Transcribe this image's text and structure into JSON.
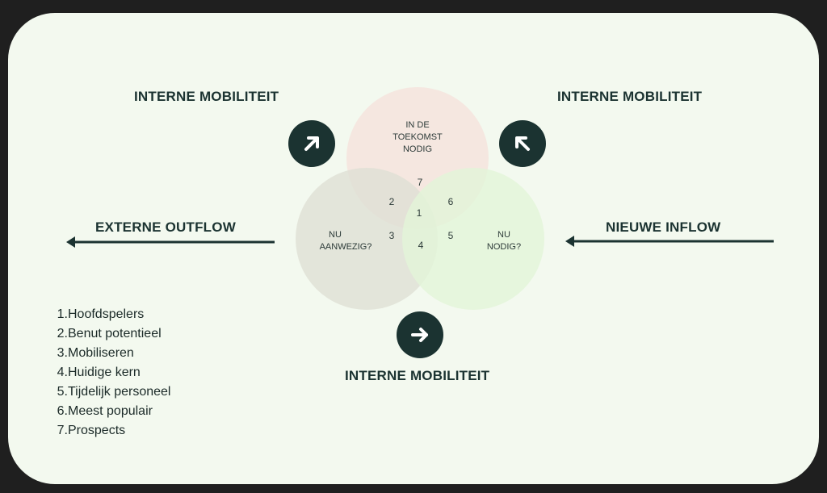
{
  "headings": {
    "top_left": "INTERNE MOBILITEIT",
    "top_right": "INTERNE MOBILITEIT",
    "bottom": "INTERNE MOBILITEIT",
    "left": "EXTERNE OUTFLOW",
    "right": "NIEUWE INFLOW"
  },
  "circles": {
    "future": {
      "lines": [
        "IN DE",
        "TOEKOMST",
        "NODIG"
      ],
      "color": "#f4e4dd"
    },
    "present": {
      "lines": [
        "NU",
        "AANWEZIG?"
      ],
      "color": "#dfe0d4"
    },
    "needed": {
      "lines": [
        "NU",
        "NODIG?"
      ],
      "color": "#e2f5d8"
    }
  },
  "regions": [
    "1",
    "2",
    "3",
    "4",
    "5",
    "6",
    "7"
  ],
  "legend": [
    {
      "num": "1.",
      "label": "Hoofdspelers"
    },
    {
      "num": "2.",
      "label": "Benut potentieel"
    },
    {
      "num": "3.",
      "label": "Mobiliseren"
    },
    {
      "num": "4.",
      "label": "Huidige kern"
    },
    {
      "num": "5.",
      "label": "Tijdelijk personeel"
    },
    {
      "num": "6.",
      "label": "Meest populair"
    },
    {
      "num": "7.",
      "label": "Prospects"
    }
  ],
  "icons": {
    "top_left": "arrow-up-right-icon",
    "top_right": "arrow-up-left-icon",
    "bottom": "arrow-right-icon"
  },
  "colors": {
    "dark": "#1b3331",
    "background": "#f3f9ef"
  }
}
